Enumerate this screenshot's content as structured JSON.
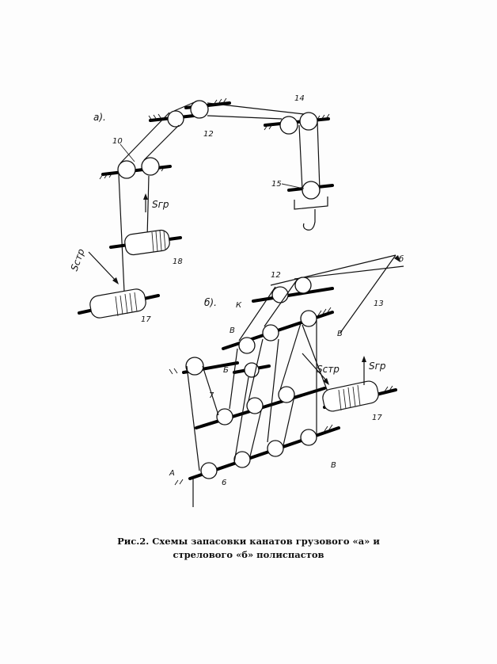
{
  "figure": {
    "caption_line1": "Рис.2. Схемы запасовки канатов грузового «а» и",
    "caption_line2": "стрелового «б» полиспастов"
  },
  "labels_a": {
    "panel": "а).",
    "n10": "10",
    "n12": "12",
    "n14": "14",
    "n15": "15",
    "n17": "17",
    "n18": "18",
    "s_gr": "Sгр",
    "s_str": "Sстр"
  },
  "labels_b": {
    "panel": "б).",
    "n12": "12",
    "n13": "13",
    "n17": "17",
    "n7": "7",
    "n6": "6",
    "K": "К",
    "V": "В",
    "B": "Б",
    "A": "А",
    "Vr": "В",
    "top_b": "б",
    "s_gr": "Sгр",
    "s_str": "Sстр"
  }
}
